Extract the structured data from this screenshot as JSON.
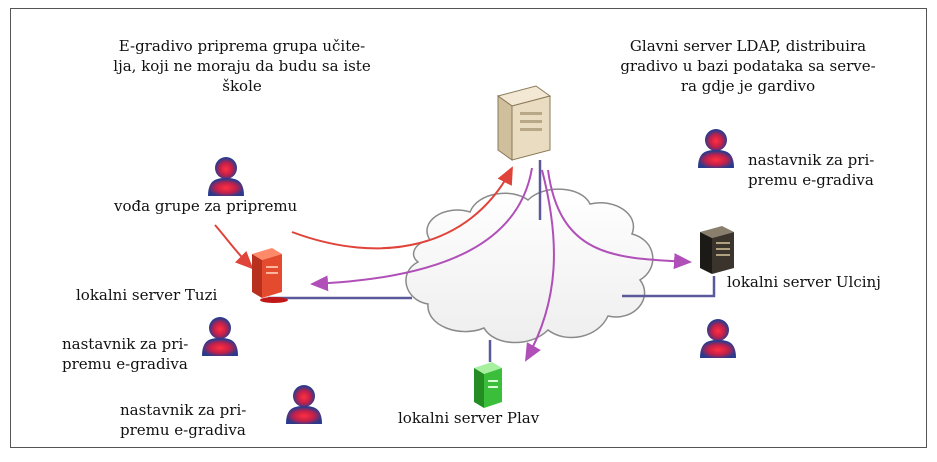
{
  "notes": {
    "left_note": "E-gradivo priprema grupa učite-\nlja, koji ne moraju da budu sa iste\nškole",
    "right_note": "Glavni server LDAP, distribuira\ngradivo u bazi podataka sa serve-\nra gdje je gardivo"
  },
  "labels": {
    "group_leader": "vođa grupe za pripremu",
    "teacher_top_right": "nastavnik za pri-\npremu e-gradiva",
    "teacher_left_1": "nastavnik za pri-\npremu e-gradiva",
    "teacher_left_2": "nastavnik za pri-\npremu e-gradiva",
    "server_tuzi": "lokalni server Tuzi",
    "server_ulcinj": "lokalni server Ulcinj",
    "server_plav": "lokalni server Plav"
  },
  "colors": {
    "arrow_red": "#e0433a",
    "arrow_magenta": "#b04fb8",
    "link_line": "#5a5a9a",
    "person_body": "#2b3a8c",
    "person_glow": "#e0304a",
    "server_tuzi": "#e34a2e",
    "server_ulcinj": "#3a342c",
    "server_plav": "#3bbf3b",
    "server_main": "#e9dcc0"
  }
}
